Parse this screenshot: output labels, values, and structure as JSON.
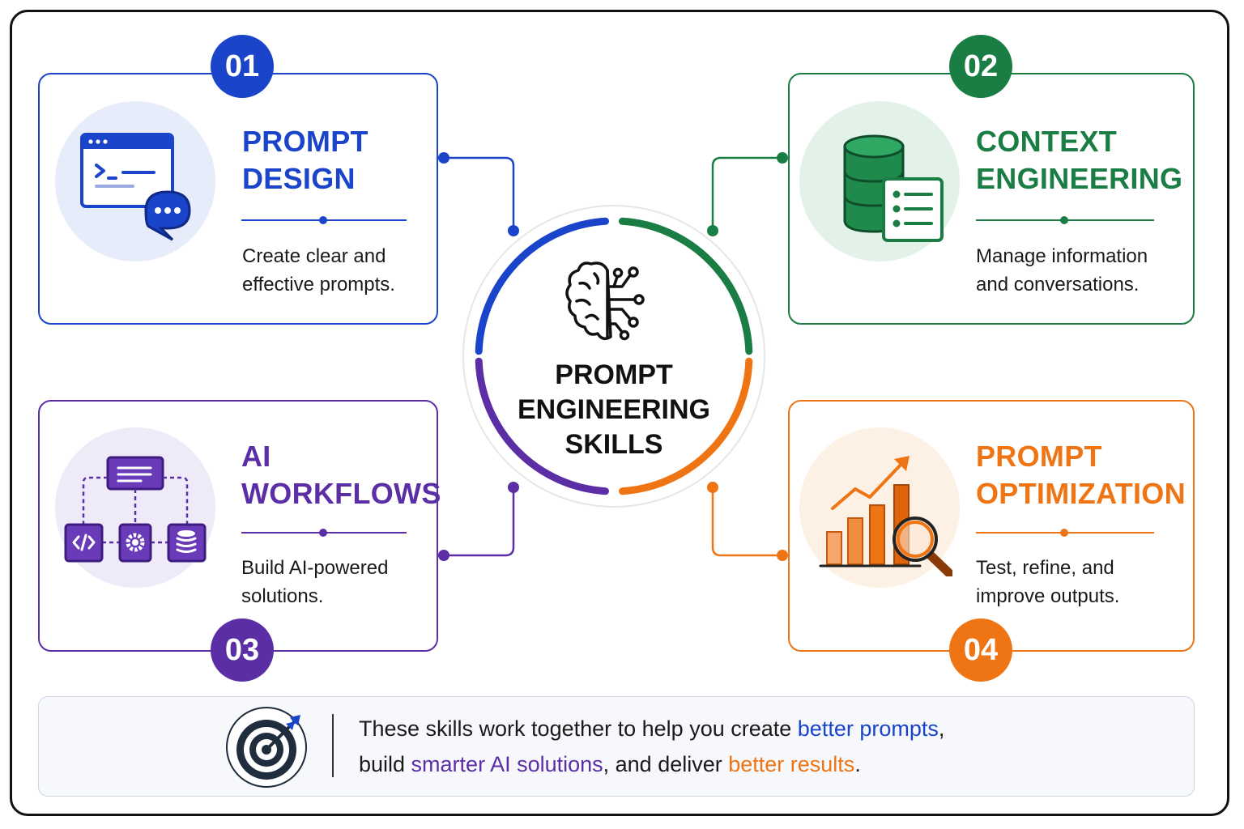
{
  "colors": {
    "blue": "#1a44c9",
    "green": "#1a7d44",
    "purple": "#5b2ea6",
    "orange": "#ef7514",
    "dark": "#111111"
  },
  "center": {
    "title": "PROMPT\nENGINEERING\nSKILLS",
    "icon": "brain-circuit-icon"
  },
  "skills": [
    {
      "number": "01",
      "title": "PROMPT\nDESIGN",
      "description": "Create clear and effective prompts.",
      "icon": "terminal-window-chat-icon",
      "color": "#1a44c9"
    },
    {
      "number": "02",
      "title": "CONTEXT\nENGINEERING",
      "description": "Manage information and conversations.",
      "icon": "database-list-icon",
      "color": "#1a7d44"
    },
    {
      "number": "03",
      "title": "AI\nWORKFLOWS",
      "description": "Build AI-powered solutions.",
      "icon": "workflow-diagram-icon",
      "color": "#5b2ea6"
    },
    {
      "number": "04",
      "title": "PROMPT\nOPTIMIZATION",
      "description": "Test, refine, and improve outputs.",
      "icon": "growth-chart-magnifier-icon",
      "color": "#ef7514"
    }
  ],
  "footer": {
    "icon": "target-arrow-icon",
    "line1_before": "These skills work together to help you create ",
    "line1_highlight": "better prompts",
    "line1_after": ",",
    "line2_before": "build ",
    "line2_highlight1": "smarter AI solutions",
    "line2_middle": ", and deliver ",
    "line2_highlight2": "better results",
    "line2_after": "."
  }
}
